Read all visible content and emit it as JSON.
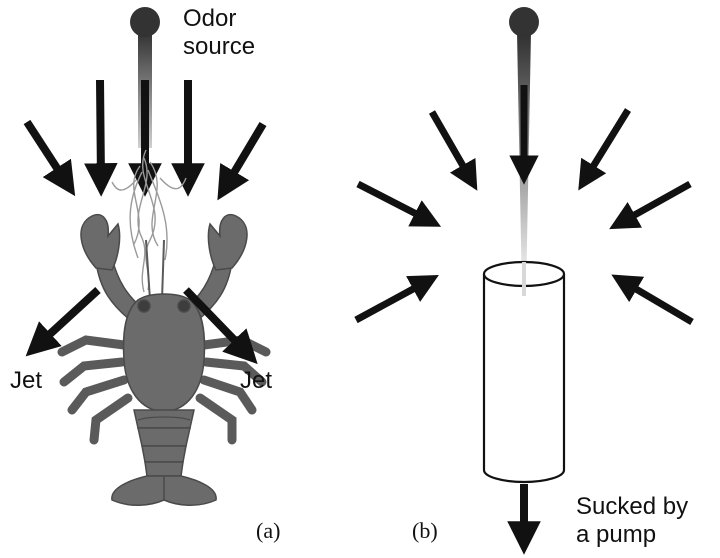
{
  "panel_a": {
    "label": "(a)",
    "odor_label_line1": "Odor",
    "odor_label_line2": "source",
    "jet_left": "Jet",
    "jet_right": "Jet"
  },
  "panel_b": {
    "label": "(b)",
    "pump_label_line1": "Sucked by",
    "pump_label_line2": "a pump"
  },
  "colors": {
    "arrow": "#111111",
    "crayfish_body": "#6b6b6b",
    "crayfish_outline": "#4a4a4a",
    "source_ball": "#333333",
    "cylinder_stroke": "#111111"
  }
}
